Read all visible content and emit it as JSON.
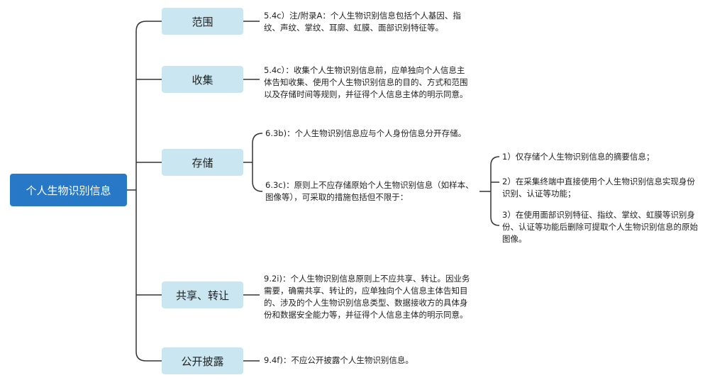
{
  "root": {
    "label": "个人生物识别信息"
  },
  "branches": [
    {
      "label": "范围",
      "notes": [
        [
          "5.4c）注/附录A：个人生物识别信息包括个人基因、指",
          "纹、声纹、掌纹、耳廓、虹膜、面部识别特征等。"
        ]
      ]
    },
    {
      "label": "收集",
      "notes": [
        [
          "5.4c）：收集个人生物识别信息前，应单独向个人信息主",
          "体告知收集、使用个人生物识别信息的目的、方式和范围",
          "以及存储时间等规则，并征得个人信息主体的明示同意。"
        ]
      ]
    },
    {
      "label": "存储",
      "notes": [
        [
          "6.3b)：个人生物识别信息应与个人身份信息分开存储。"
        ],
        [
          "6.3c)：原则上不应存储原始个人生物识别信息（如样本、",
          "图像等），可采取的措施包括但不限于："
        ]
      ],
      "subnotes": [
        [
          "1）仅存储个人生物识别信息的摘要信息；"
        ],
        [
          "2）在采集终端中直接使用个人生物识别信息实现身份",
          "识别、认证等功能；"
        ],
        [
          "3）在使用面部识别特征、指纹、掌纹、虹膜等识别身",
          "份、认证等功能后删除可提取个人生物识别信息的原始",
          "图像。"
        ]
      ]
    },
    {
      "label": "共享、转让",
      "notes": [
        [
          "9.2i)：个人生物识别信息原则上不应共享、转让。因业务",
          "需要，确需共享、转让的，应单独向个人信息主体告知目",
          "的、涉及的个人生物识别信息类型、数据接收方的具体身",
          "份和数据安全能力等，并征得个人信息主体的明示同意。"
        ]
      ]
    },
    {
      "label": "公开披露",
      "notes": [
        [
          "9.4f)：不应公开披露个人生物识别信息。"
        ]
      ]
    }
  ]
}
